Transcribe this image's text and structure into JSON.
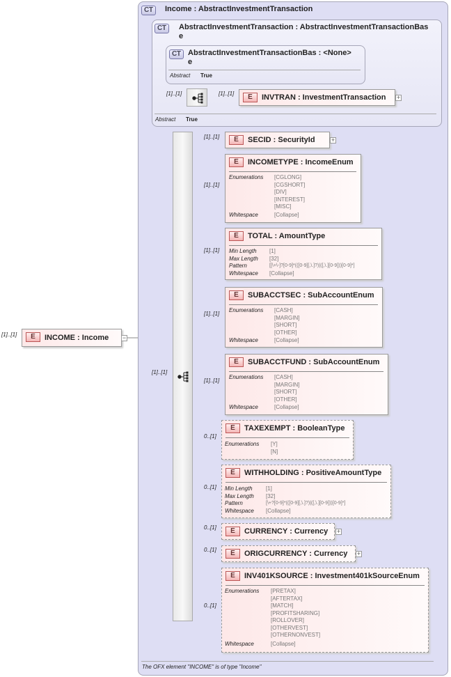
{
  "root": {
    "badge": "E",
    "name": "INCOME : Income",
    "multiplicity": "[1]..[1]",
    "expander": "−"
  },
  "outer": {
    "badge": "CT",
    "title": "Income   : AbstractInvestmentTransaction",
    "footer": "The OFX element \"INCOME\" is of type \"Income\""
  },
  "ait": {
    "badge": "CT",
    "title_line1": "AbstractInvestmentTransaction  : AbstractInvestmentTransactionBas",
    "title_line2": "e",
    "abstract_label": "Abstract",
    "abstract_value": "True"
  },
  "aitb": {
    "badge": "CT",
    "title_line1": "AbstractInvestmentTransactionBas  : <None>",
    "title_line2": "e",
    "abstract_label": "Abstract",
    "abstract_value": "True"
  },
  "invtran": {
    "mult_seq": "[1]..[1]",
    "mult": "[1]..[1]",
    "badge": "E",
    "name": "INVTRAN  : InvestmentTransaction",
    "expander": "+"
  },
  "main_seq": {
    "mult": "[1]..[1]"
  },
  "elements": [
    {
      "key": "secid",
      "mult": "[1]..[1]",
      "badge": "E",
      "name": "SECID     : SecurityId",
      "expander": "+"
    },
    {
      "key": "incometype",
      "mult": "[1]..[1]",
      "badge": "E",
      "name": "INCOMETYPE  : IncomeEnum",
      "facets": [
        {
          "label": "Enumerations",
          "values": [
            "[CGLONG]",
            "[CGSHORT]",
            "[DIV]",
            "[INTEREST]",
            "[MISC]"
          ]
        },
        {
          "label": "Whitespace",
          "values": [
            "[Collapse]"
          ]
        }
      ]
    },
    {
      "key": "total",
      "mult": "[1]..[1]",
      "badge": "E",
      "name": "TOTAL     : AmountType",
      "facets": [
        {
          "label": "Min Length",
          "values": [
            "[1]"
          ]
        },
        {
          "label": "Max Length",
          "values": [
            "[32]"
          ]
        },
        {
          "label": "Pattern",
          "values": [
            "[[\\+\\-]?[0-9]*(([0-9][,\\.]?)|([,\\.][0-9]))[0-9]*]"
          ]
        },
        {
          "label": "Whitespace",
          "values": [
            "[Collapse]"
          ]
        }
      ]
    },
    {
      "key": "subacctsec",
      "mult": "[1]..[1]",
      "badge": "E",
      "name": "SUBACCTSEC  : SubAccountEnum",
      "facets": [
        {
          "label": "Enumerations",
          "values": [
            "[CASH]",
            "[MARGIN]",
            "[SHORT]",
            "[OTHER]"
          ]
        },
        {
          "label": "Whitespace",
          "values": [
            "[Collapse]"
          ]
        }
      ]
    },
    {
      "key": "subacctfund",
      "mult": "[1]..[1]",
      "badge": "E",
      "name": "SUBACCTFUND  : SubAccountEnum",
      "facets": [
        {
          "label": "Enumerations",
          "values": [
            "[CASH]",
            "[MARGIN]",
            "[SHORT]",
            "[OTHER]"
          ]
        },
        {
          "label": "Whitespace",
          "values": [
            "[Collapse]"
          ]
        }
      ]
    },
    {
      "key": "taxexempt",
      "mult": "0..[1]",
      "badge": "E",
      "name": "TAXEXEMPT  : BooleanType",
      "facets": [
        {
          "label": "Enumerations",
          "values": [
            "[Y]",
            "[N]"
          ]
        }
      ]
    },
    {
      "key": "withholding",
      "mult": "0..[1]",
      "badge": "E",
      "name": "WITHHOLDING  : PositiveAmountType",
      "facets": [
        {
          "label": "Min Length",
          "values": [
            "[1]"
          ]
        },
        {
          "label": "Max Length",
          "values": [
            "[32]"
          ]
        },
        {
          "label": "Pattern",
          "values": [
            "[\\+?[0-9]*(([0-9][,\\.]?)|([,\\.][0-9]))[0-9]*]"
          ]
        },
        {
          "label": "Whitespace",
          "values": [
            "[Collapse]"
          ]
        }
      ]
    },
    {
      "key": "currency",
      "mult": "0..[1]",
      "badge": "E",
      "name": "CURRENCY  : Currency",
      "expander": "+"
    },
    {
      "key": "origcurrency",
      "mult": "0..[1]",
      "badge": "E",
      "name": "ORIGCURRENCY  : Currency",
      "expander": "+"
    },
    {
      "key": "inv401ksource",
      "mult": "0..[1]",
      "badge": "E",
      "name": "INV401KSOURCE  : Investment401kSourceEnum",
      "facets": [
        {
          "label": "Enumerations",
          "values": [
            "[PRETAX]",
            "[AFTERTAX]",
            "[MATCH]",
            "[PROFITSHARING]",
            "[ROLLOVER]",
            "[OTHERVEST]",
            "[OTHERNONVEST]"
          ]
        },
        {
          "label": "Whitespace",
          "values": [
            "[Collapse]"
          ]
        }
      ]
    }
  ]
}
